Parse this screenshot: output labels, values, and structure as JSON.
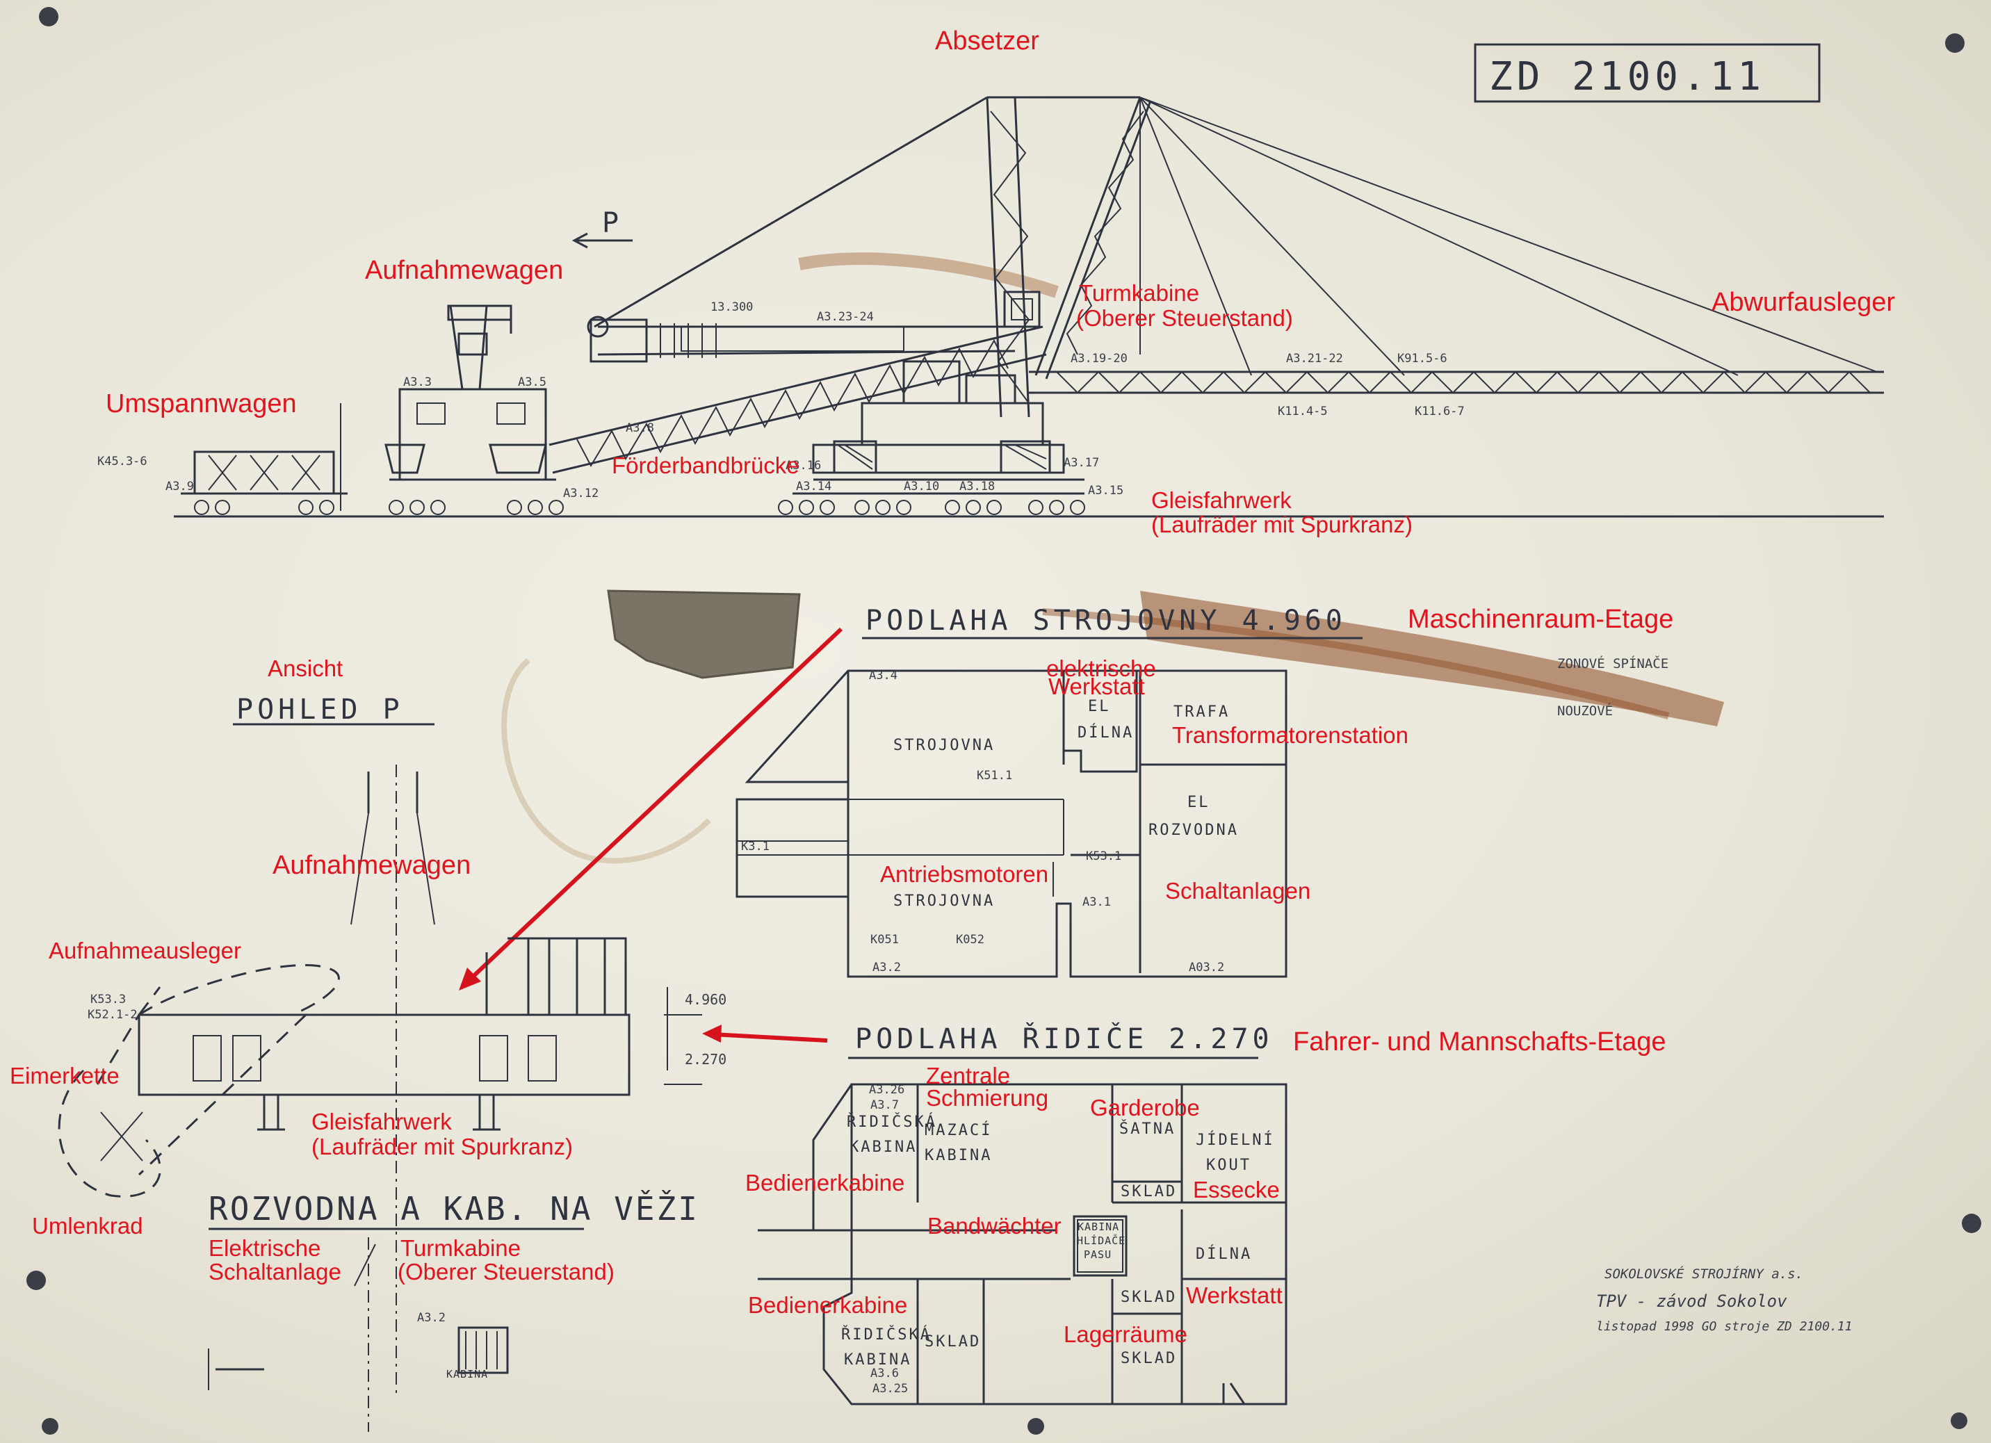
{
  "drawing_number": "ZD 2100.11",
  "direction_mark": "P",
  "elevations": {
    "machine_floor": "4.960",
    "driver_floor": "2.270",
    "tower_dim": "13.300"
  },
  "headings": {
    "machine_floor": "PODLAHA STROJOVNY 4.960",
    "view": "POHLED P",
    "driver_floor": "PODLAHA ŘIDIČE 2.270",
    "tower": "ROZVODNA A KAB. NA VĚŽI"
  },
  "labels": {
    "absetzer": "Absetzer",
    "aufnahmewagen_top": "Aufnahmewagen",
    "umspannwagen": "Umspannwagen",
    "turmkabine_1": "Turmkabine",
    "turmkabine_2": "(Oberer Steuerstand)",
    "abwurfausleger": "Abwurfausleger",
    "foerderbandbruecke": "Förderbandbrücke",
    "gleisfahrwerk_1": "Gleisfahrwerk",
    "gleisfahrwerk_2": "(Laufräder mit Spurkranz)",
    "maschinenraum": "Maschinenraum-Etage",
    "ansicht": "Ansicht",
    "el_werkstatt_1": "elektrische",
    "el_werkstatt_2": "Werkstatt",
    "trafo": "Transformatorenstation",
    "aufnahmewagen_view": "Aufnahmewagen",
    "antriebsmotoren": "Antriebsmotoren",
    "schaltanlagen": "Schaltanlagen",
    "aufnahmeausleger": "Aufnahmeausleger",
    "fahrer_etage": "Fahrer- und Mannschafts-Etage",
    "eimerkette": "Eimerkette",
    "zentrale_1": "Zentrale",
    "zentrale_2": "Schmierung",
    "garderobe": "Garderobe",
    "gleisfahrwerk_view_1": "Gleisfahrwerk",
    "gleisfahrwerk_view_2": "(Laufräder mit Spurkranz)",
    "bedienerkabine_1": "Bedienerkabine",
    "essecke": "Essecke",
    "umlenkrad": "Umlenkrad",
    "bandwaechter": "Bandwächter",
    "el_schaltanlage_1": "Elektrische",
    "el_schaltanlage_2": "Schaltanlage",
    "turmkabine_view_1": "Turmkabine",
    "turmkabine_view_2": "(Oberer Steuerstand)",
    "werkstatt": "Werkstatt",
    "bedienerkabine_2": "Bedienerkabine",
    "lagerraeume": "Lagerräume"
  },
  "rooms_machine": {
    "strojovna_1": "STROJOVNA",
    "el_dilna_1": "EL",
    "el_dilna_2": "DÍLNA",
    "trafa": "TRAFA",
    "el_rozvodna_1": "EL",
    "el_rozvodna_2": "ROZVODNA",
    "strojovna_2": "STROJOVNA"
  },
  "rooms_driver": {
    "ridicska_1a": "ŘIDIČSKÁ",
    "ridicska_1b": "KABINA",
    "mazaci_1": "MAZACÍ",
    "mazaci_2": "KABINA",
    "satna": "ŠATNA",
    "jidelni_1": "JÍDELNÍ",
    "jidelni_2": "KOUT",
    "sklad_1": "SKLAD",
    "kabina_hlidace_1": "KABINA",
    "kabina_hlidace_2": "HLÍDAČE",
    "kabina_hlidace_3": "PASU",
    "dilna": "DÍLNA",
    "sklad_2": "SKLAD",
    "ridicska_2a": "ŘIDIČSKÁ",
    "ridicska_2b": "KABINA",
    "sklad_3": "SKLAD",
    "sklad_4": "SKLAD",
    "kabina_tower": "KABINA"
  },
  "codes": {
    "a3_4": "A3.4",
    "k3_1": "K3.1",
    "a3_2": "A3.2",
    "a03_2": "A03.2",
    "a3_1": "A3.1",
    "k51_1": "K51.1",
    "k53_1": "K53.1",
    "k051": "K051",
    "k052": "K052",
    "a3_26": "A3.26",
    "a3_7": "A3.7",
    "a3_6": "A3.6",
    "a3_25": "A3.25",
    "a3_3": "A3.3",
    "a3_5": "A3.5",
    "a3_8": "A3.8",
    "a3_9": "A3.9",
    "a3_12": "A3.12",
    "a3_16": "A3.16",
    "a3_17": "A3.17",
    "a3_15": "A3.15",
    "a3_14": "A3.14",
    "a3_10": "A3.10",
    "a3_18": "A3.18",
    "a3_19_20": "A3.19-20",
    "a3_21_22": "A3.21-22",
    "a3_23_24": "A3.23-24",
    "a3_2_tower": "A3.2",
    "k53_3": "K53.3",
    "k52_1_2": "K52.1-2",
    "k45_3_6": "K45.3-6",
    "k11_4_5": "K11.4-5",
    "k11_6_7": "K11.6-7",
    "k91_5_6": "K91.5-6"
  },
  "manufacturer": {
    "line1": "SOKOLOVSKÉ STROJÍRNY a.s.",
    "line2": "TPV - závod Sokolov",
    "line3": "listopad 1998   GO stroje ZD 2100.11"
  },
  "notes": {
    "zonove": "ZONOVÉ SPÍNAČE",
    "nouzove": "NOUZOVÉ"
  },
  "colors": {
    "label_red": "#e1141e",
    "ink": "#2e3340",
    "board": "#ecE9dd"
  }
}
